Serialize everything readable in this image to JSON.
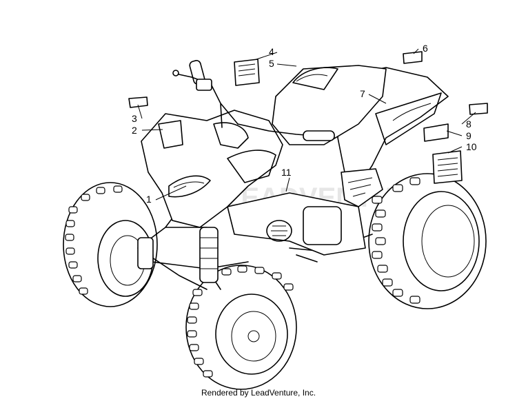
{
  "callouts": [
    "1",
    "2",
    "3",
    "4",
    "5",
    "6",
    "7",
    "8",
    "9",
    "10",
    "11"
  ],
  "footer": "Rendered by LeadVenture, Inc."
}
